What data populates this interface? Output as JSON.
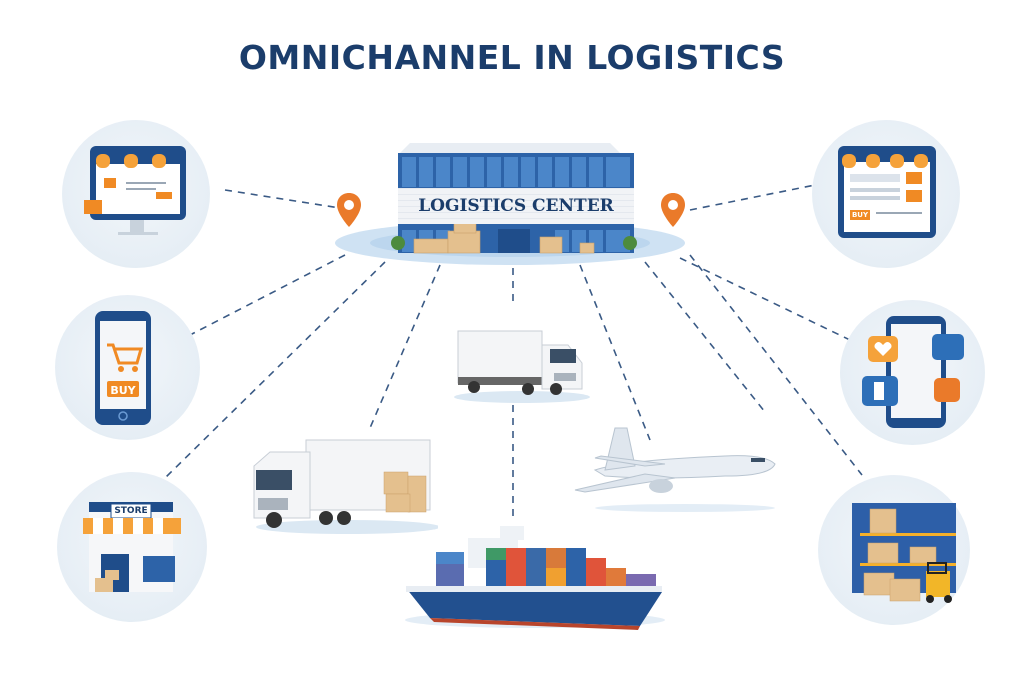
{
  "title": "OMNICHANNEL IN LOGISTICS",
  "hub": {
    "label": "LOGISTICS CENTER",
    "icon": "warehouse-building-icon",
    "markers": [
      "location-pin-icon",
      "location-pin-icon"
    ]
  },
  "channels": [
    {
      "id": "web-store",
      "icon": "desktop-online-store-icon",
      "position": "top-left"
    },
    {
      "id": "mobile-shop",
      "icon": "smartphone-cart-icon",
      "button_label": "BUY",
      "position": "middle-left"
    },
    {
      "id": "physical-store",
      "icon": "storefront-icon",
      "sign_label": "STORE",
      "position": "bottom-left"
    },
    {
      "id": "tablet-store",
      "icon": "tablet-online-store-icon",
      "button_label": "BUY",
      "position": "top-right"
    },
    {
      "id": "social-media",
      "icon": "smartphone-social-icon",
      "position": "middle-right"
    },
    {
      "id": "warehouse",
      "icon": "warehouse-forklift-icon",
      "position": "bottom-right"
    }
  ],
  "transport": [
    {
      "id": "delivery-truck",
      "icon": "box-truck-icon"
    },
    {
      "id": "semi-truck",
      "icon": "semi-truck-with-pallets-icon"
    },
    {
      "id": "airplane",
      "icon": "cargo-airplane-icon"
    },
    {
      "id": "container-ship",
      "icon": "container-ship-icon"
    }
  ],
  "colors": {
    "title": "#1b3d6b",
    "primary_blue": "#2a5d9f",
    "accent_orange": "#f08a24",
    "platform": "#cfe2f3",
    "dash_line": "#3a5a85"
  }
}
